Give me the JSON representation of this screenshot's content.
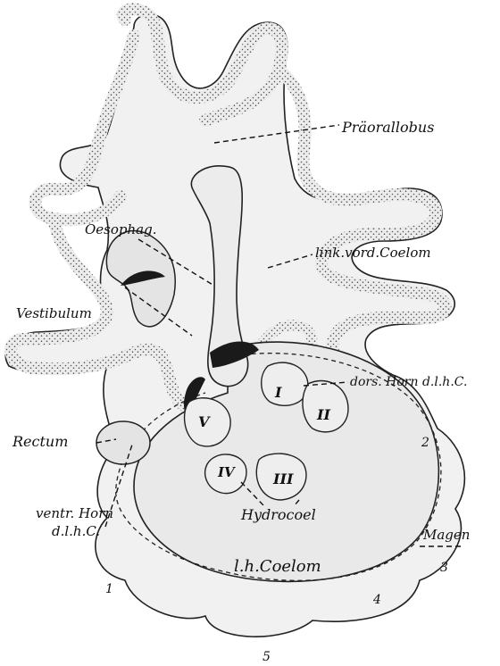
{
  "labels": {
    "praeorallobus": "Präorallobus",
    "link_vord_coelom": "link.vord.Coelom",
    "oesophag": "Oesophag.",
    "vestibulum": "Vestibulum",
    "dors_horn": "dors. Horn d.l.h.C.",
    "rectum": "Rectum",
    "ventr_horn_line1": "ventr. Horn",
    "ventr_horn_line2": "d.l.h.C.",
    "hydrocoel": "Hydrocoel",
    "magen": "Magen",
    "lh_coelom": "l.h.Coelom"
  },
  "roman_numerals": {
    "I": "I",
    "II": "II",
    "III": "III",
    "IV": "IV",
    "V": "V"
  },
  "numbers": {
    "n1": "1",
    "n2": "2",
    "n3": "3",
    "n4": "4",
    "n5": "5"
  },
  "colors": {
    "body_fill": "#f2f2f2",
    "band_fill": "#e6e6e6",
    "stipple": "#555555",
    "dark": "#1a1a1a",
    "outline": "#222222"
  }
}
